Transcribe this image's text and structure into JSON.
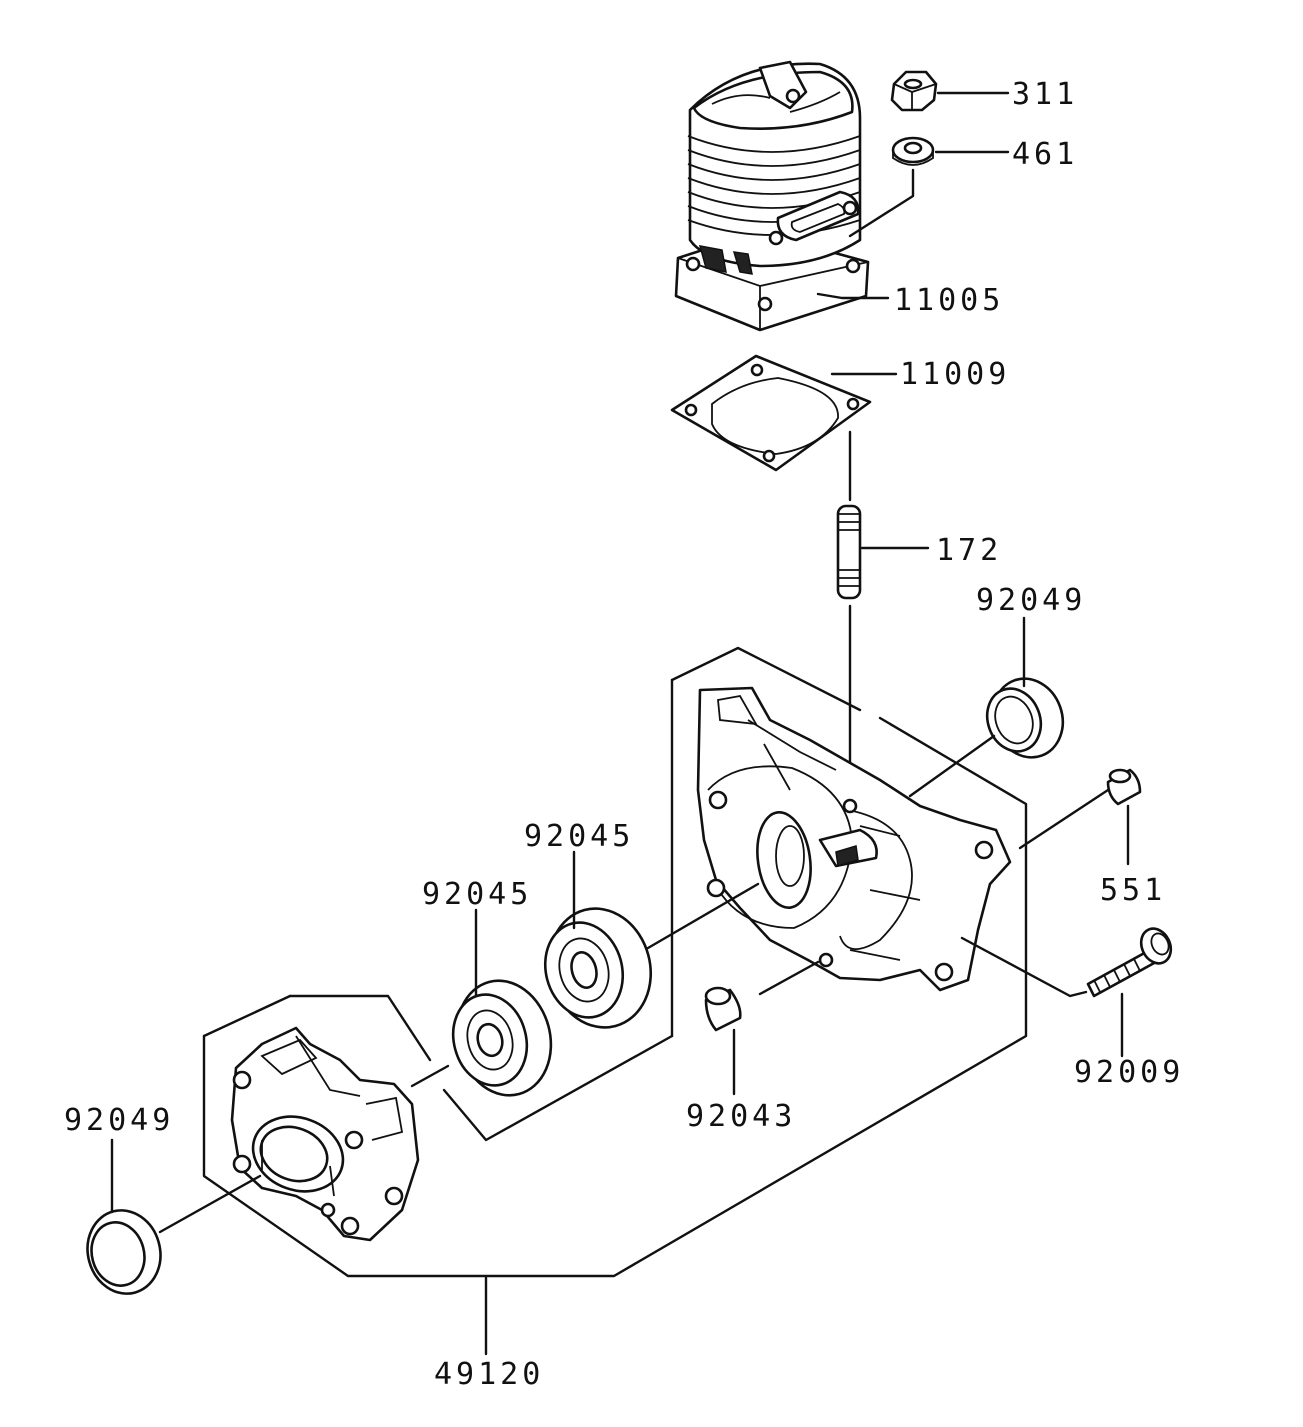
{
  "diagram": {
    "parts": [
      {
        "id": "nut",
        "label": "311"
      },
      {
        "id": "washer",
        "label": "461"
      },
      {
        "id": "cylinder",
        "label": "11005"
      },
      {
        "id": "gasket",
        "label": "11009"
      },
      {
        "id": "stud",
        "label": "172"
      },
      {
        "id": "seal-right",
        "label": "92049"
      },
      {
        "id": "pin-right",
        "label": "551"
      },
      {
        "id": "bolt",
        "label": "92009"
      },
      {
        "id": "bearing-upper",
        "label": "92045"
      },
      {
        "id": "bearing-lower",
        "label": "92045"
      },
      {
        "id": "pin-lower",
        "label": "92043"
      },
      {
        "id": "seal-left",
        "label": "92049"
      },
      {
        "id": "crankcase",
        "label": "49120"
      }
    ]
  },
  "colors": {
    "ink": "#111111",
    "paper": "#ffffff"
  }
}
